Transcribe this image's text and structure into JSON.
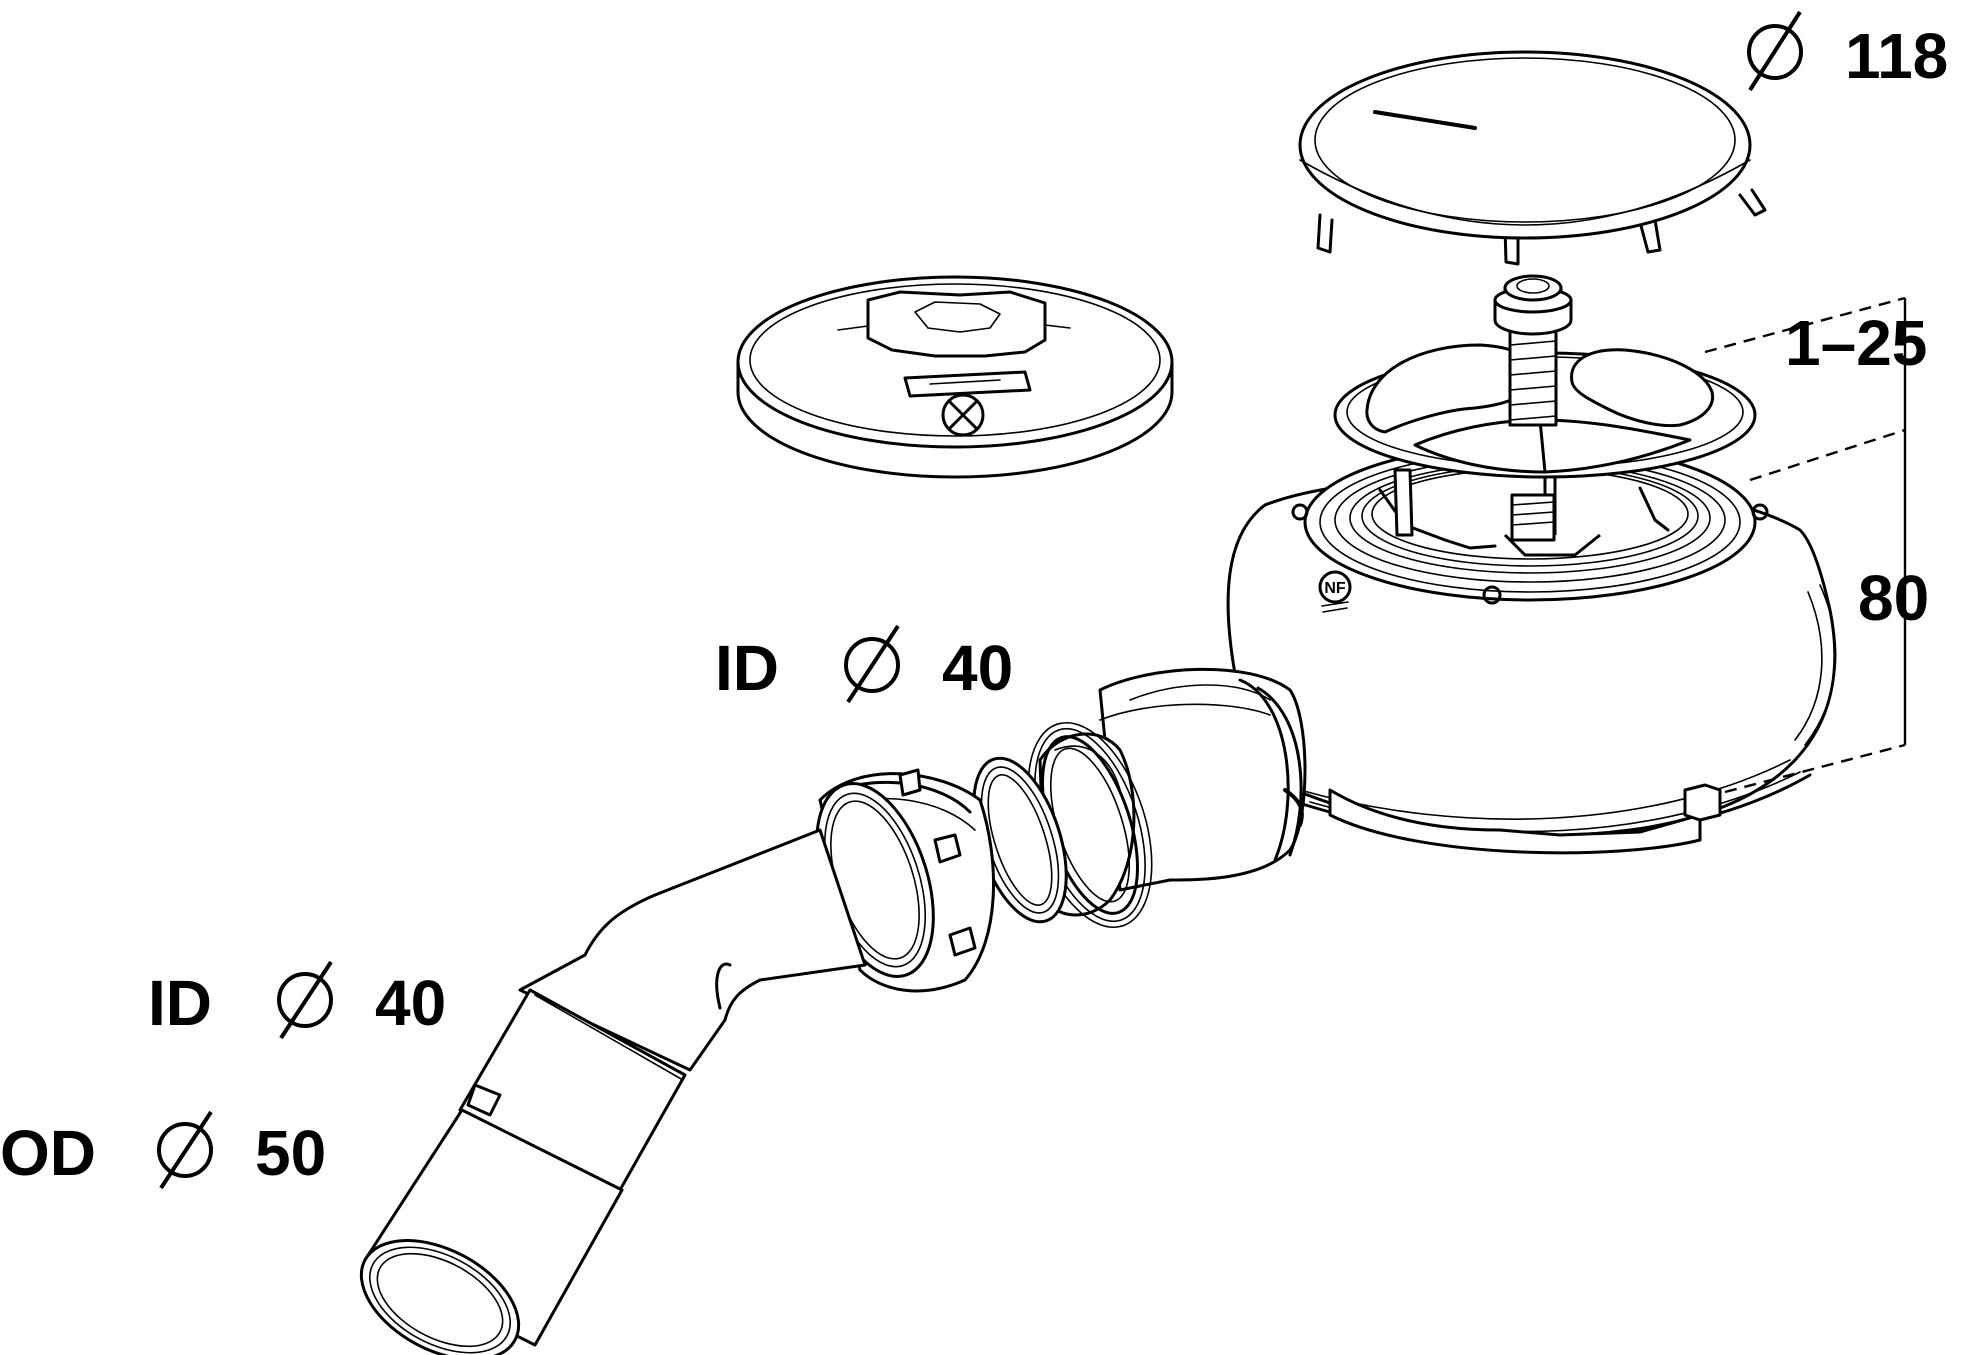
{
  "labels": {
    "cover_diameter": {
      "sym": "Ø",
      "value": "118"
    },
    "adjust_height": "1–25",
    "body_height": "80",
    "outlet_id": {
      "prefix": "ID",
      "value": "40"
    },
    "spigot_id": {
      "prefix": "ID",
      "value": "40"
    },
    "spigot_od": {
      "prefix": "OD",
      "value": "50"
    }
  },
  "marks": {
    "certification": "NF"
  },
  "icons": [
    "diameter-symbol"
  ]
}
